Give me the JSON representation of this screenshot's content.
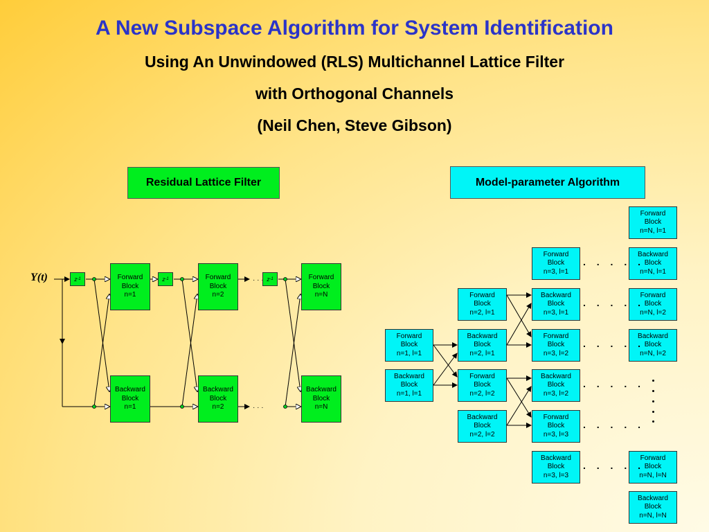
{
  "title": "A New Subspace Algorithm for System Identification",
  "subtitle_lines": [
    "Using An Unwindowed (RLS) Multichannel Lattice Filter",
    "with Orthogonal Channels",
    "(Neil Chen, Steve Gibson)"
  ],
  "left_diagram": {
    "label": "Residual Lattice Filter",
    "input_label": "Y(t)",
    "delay_label": "z",
    "delay_exp": "-1",
    "forward_blocks": [
      "Forward\nBlock\nn=1",
      "Forward\nBlock\nn=2",
      "Forward\nBlock\nn=N"
    ],
    "backward_blocks": [
      "Backward\nBlock\nn=1",
      "Backward\nBlock\nn=2",
      "Backward\nBlock\nn=N"
    ]
  },
  "right_diagram": {
    "label": "Model-parameter Algorithm",
    "blocks": {
      "f1_1": "Forward\nBlock\nn=1, l=1",
      "b1_1": "Backward\nBlock\nn=1, l=1",
      "f2_1": "Forward\nBlock\nn=2, l=1",
      "b2_1": "Backward\nBlock\nn=2, l=1",
      "f2_2": "Forward\nBlock\nn=2, l=2",
      "b2_2": "Backward\nBlock\nn=2, l=2",
      "f3_1": "Forward\nBlock\nn=3, l=1",
      "b3_1": "Backward\nBlock\nn=3, l=1",
      "f3_2": "Forward\nBlock\nn=3, l=2",
      "b3_2": "Backward\nBlock\nn=3, l=2",
      "f3_3": "Forward\nBlock\nn=3, l=3",
      "b3_3": "Backward\nBlock\nn=3, l=3",
      "fN_1": "Forward\nBlock\nn=N, l=1",
      "bN_1": "Backward\nBlock\nn=N, l=1",
      "fN_2": "Forward\nBlock\nn=N, l=2",
      "bN_2": "Backward\nBlock\nn=N, l=2",
      "fN_N": "Forward\nBlock\nn=N, l=N",
      "bN_N": "Backward\nBlock\nn=N, l=N"
    },
    "ellipsis": ". . . . ."
  },
  "colors": {
    "title": "#2b34c8",
    "block_green": "#00ee1e",
    "block_cyan": "#00f5f7"
  }
}
